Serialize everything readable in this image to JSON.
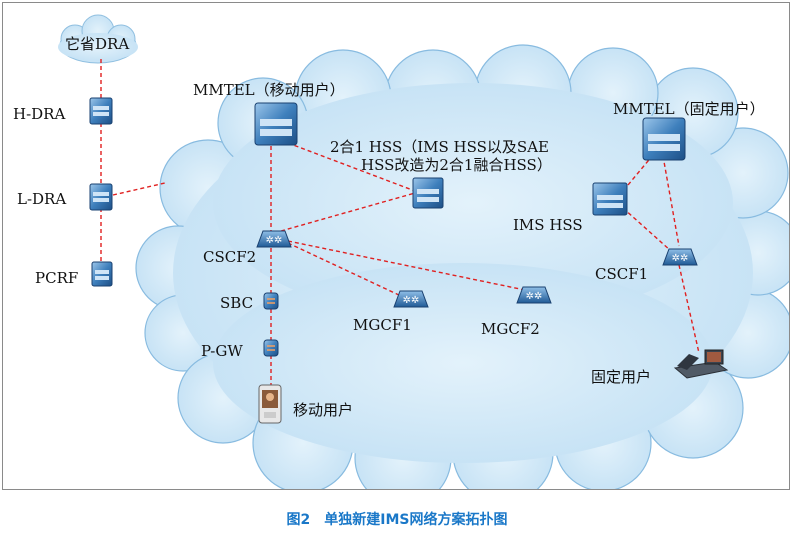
{
  "labels": {
    "other_province_dra": "它省DRA",
    "h_dra": "H-DRA",
    "l_dra": "L-DRA",
    "pcrf": "PCRF",
    "mmtel_mobile": "MMTEL（移动用户）",
    "hss_2in1_line1": "2合1 HSS（IMS HSS以及SAE",
    "hss_2in1_line2": "HSS改造为2合1融合HSS）",
    "mmtel_fixed": "MMTEL（固定用户）",
    "ims_hss": "IMS HSS",
    "cscf2": "CSCF2",
    "cscf1": "CSCF1",
    "sbc": "SBC",
    "pgw": "P-GW",
    "mgcf1": "MGCF1",
    "mgcf2": "MGCF2",
    "mobile_user": "移动用户",
    "fixed_user": "固定用户"
  },
  "caption": "图2　单独新建IMS网络方案拓扑图",
  "colors": {
    "cloud_fill": "#cfe8f7",
    "cloud_edge": "#7cb0d6",
    "link_red": "#e02020",
    "device_blue": "#3a78b0",
    "caption_blue": "#1a78c8"
  },
  "icons": {
    "server": "server-icon",
    "router": "router-icon",
    "small_gateway": "gateway-icon",
    "mobile_phone": "mobile-phone-icon",
    "desk_phone": "desk-phone-icon"
  }
}
